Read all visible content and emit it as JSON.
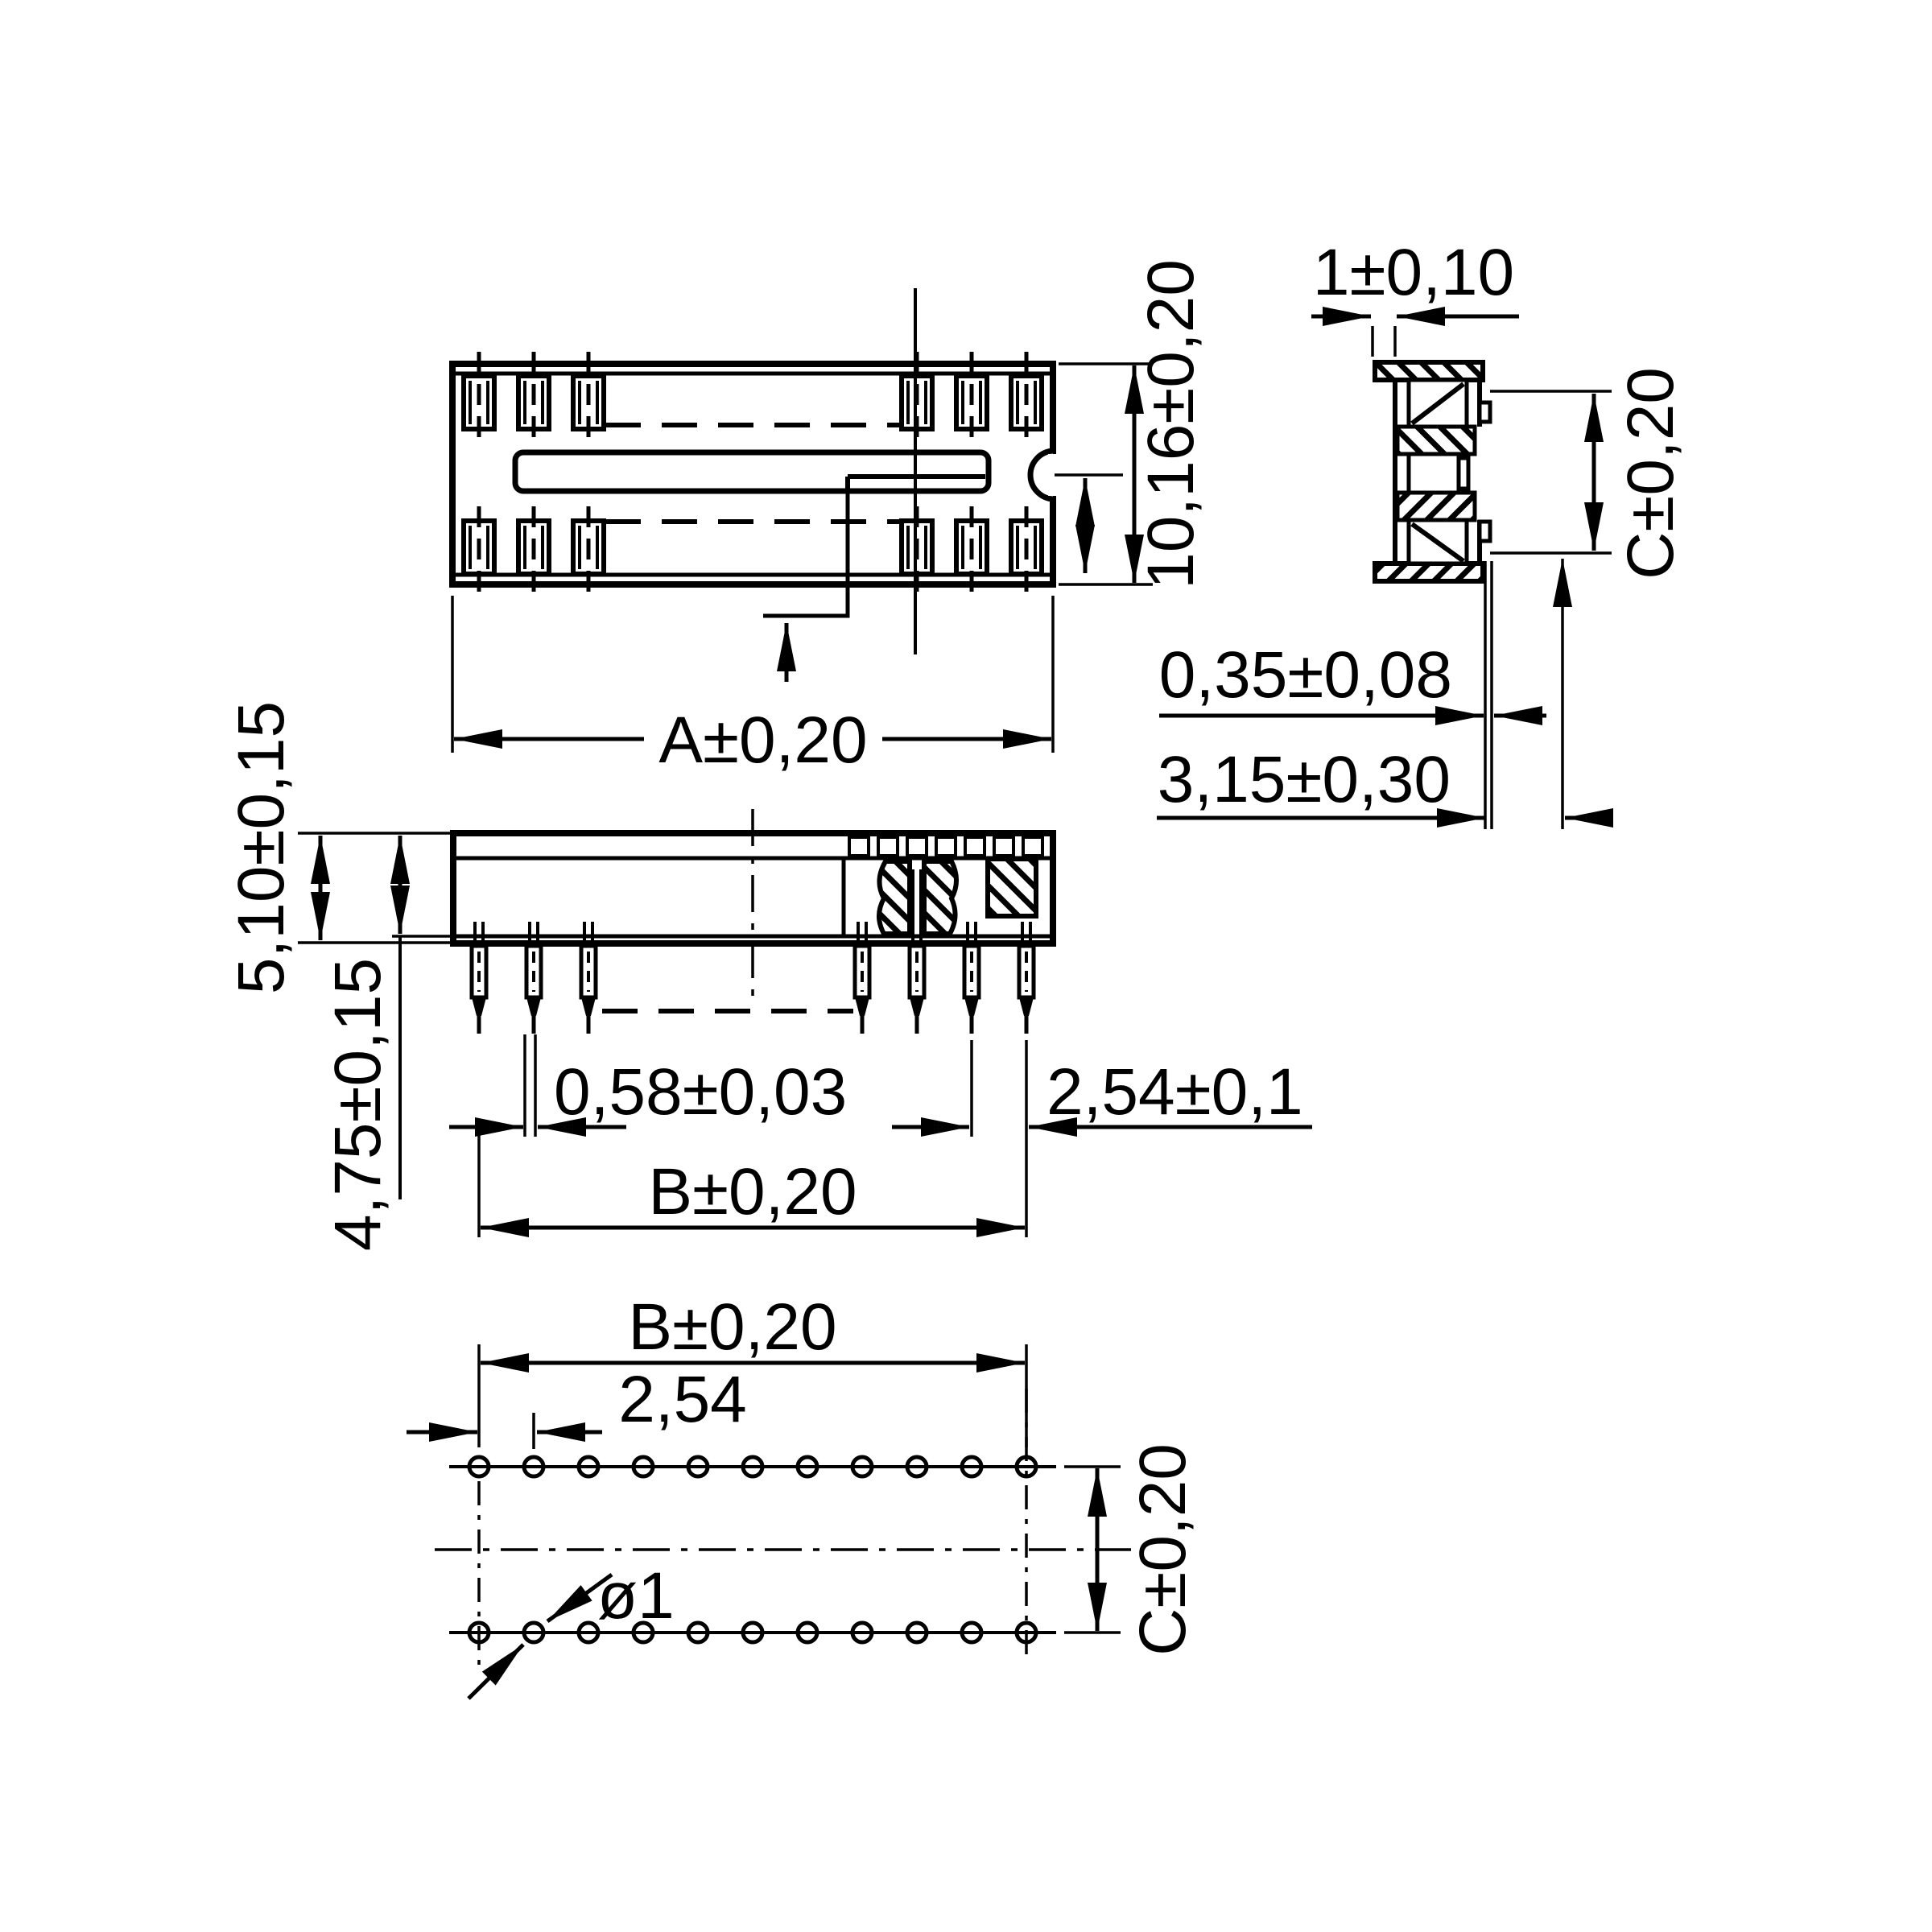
{
  "drawing": {
    "type": "technical-dimension-drawing",
    "subject": "DIP IC socket - top, side, end and drilling views",
    "background_color": "#ffffff",
    "line_color": "#000000",
    "labels": {
      "top_view": {
        "width": "A±0,20",
        "height": "10,16±0,20"
      },
      "end_view": {
        "lip_width": "1±0,10",
        "contact_span": "C±0,20",
        "contact_thickness": "0,35±0,08",
        "contact_offset": "3,15±0,30"
      },
      "side_view": {
        "body_height": "5,10±0,15",
        "inner_height": "4,75±0,15",
        "pin_width": "0,58±0,03",
        "pin_pitch": "2,54±0,1",
        "row_width": "B±0,20"
      },
      "hole_view": {
        "row_width": "B±0,20",
        "hole_pitch": "2,54",
        "hole_diameter": "ø1",
        "row_spacing": "C±0,20"
      }
    },
    "hole_pattern": {
      "holes_per_row": 11,
      "rows": 2
    }
  }
}
